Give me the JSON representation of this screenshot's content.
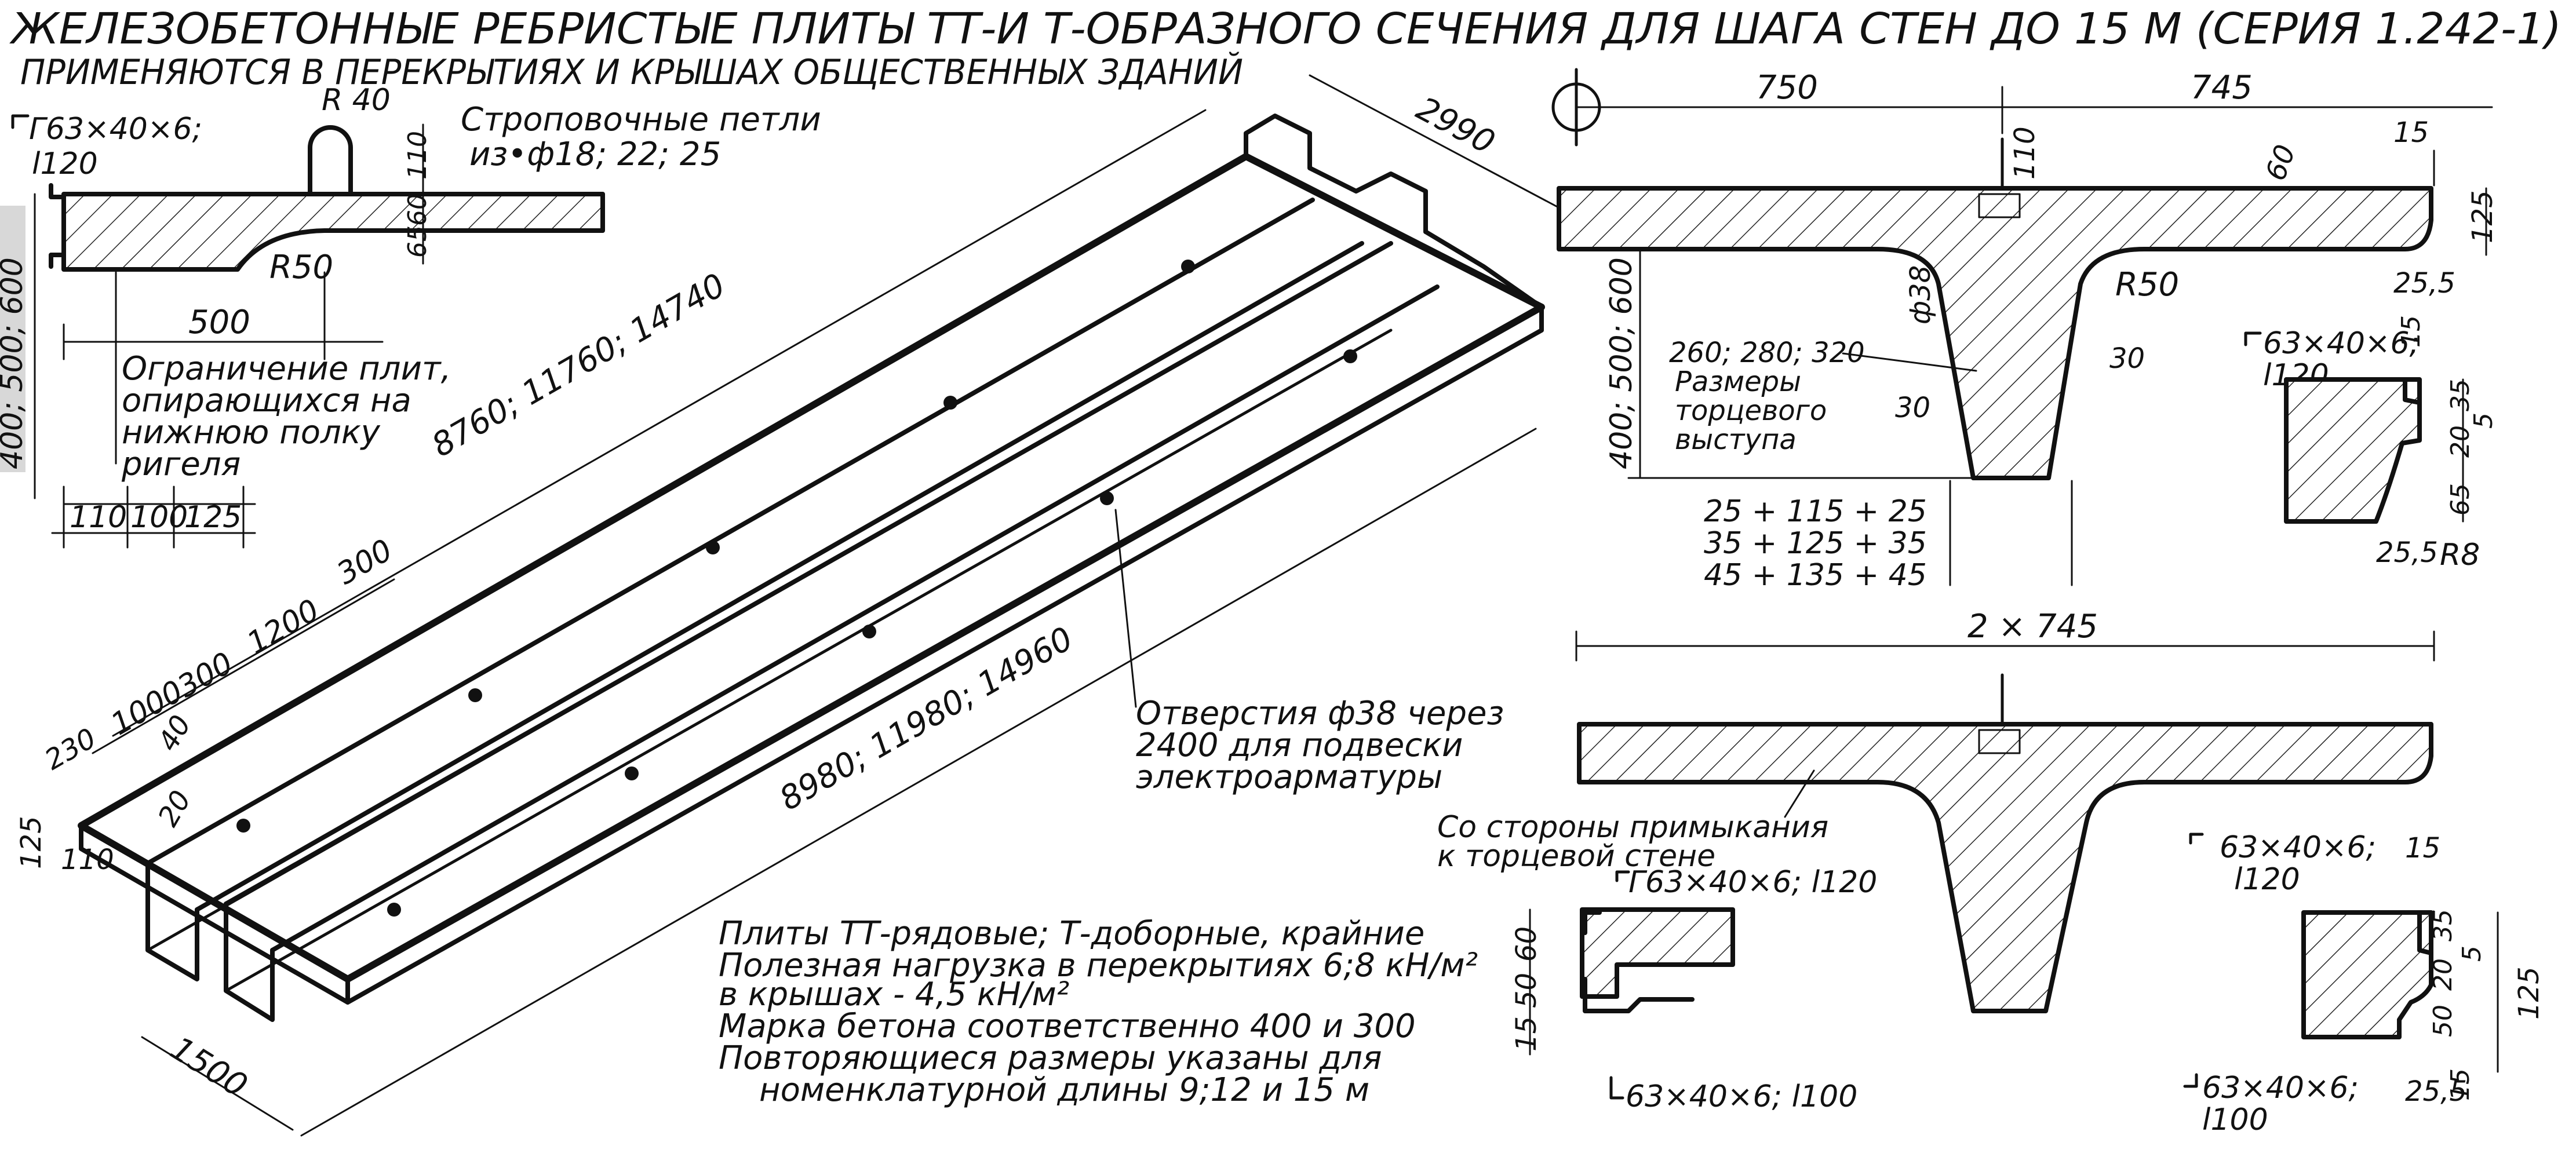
{
  "header": {
    "title": "ЖЕЛЕЗОБЕТОННЫЕ РЕБРИСТЫЕ ПЛИТЫ ТТ-И Т-ОБРАЗНОГО СЕЧЕНИЯ ДЛЯ ШАГА СТЕН ДО 15 М (СЕРИЯ 1.242-1)",
    "subtitle": "ПРИМЕНЯЮТСЯ В ПЕРЕКРЫТИЯХ И КРЫШАХ ОБЩЕСТВЕННЫХ ЗДАНИЙ"
  },
  "detail_support": {
    "angle": "Г63×40×6;",
    "angle_len": "l120",
    "loop_radius": "R 40",
    "loop_note_1": "Строповочные петли",
    "loop_note_2": "из•ф18; 22; 25",
    "dim_110": "110",
    "dim_60": "60",
    "dim_65": "65",
    "fillet": "R50",
    "dim_500": "500",
    "heights": "400; 500; 600",
    "note_1": "Ограничение плит,",
    "note_2": "опирающихся на",
    "note_3": "нижнюю полку",
    "note_4": "ригеля",
    "dims_bottom": [
      "110",
      "100",
      "125"
    ]
  },
  "isometric": {
    "width_top": "2990",
    "length_inner": "8760; 11760; 14740",
    "length_outer": "8980; 11980; 14960",
    "width_bottom": "1500",
    "spacings": [
      "1000",
      "300",
      "1200",
      "300"
    ],
    "dim_230": "230",
    "dim_40": "40",
    "dim_20": "20",
    "dim_125": "125",
    "dim_110": "110",
    "holes_1": "Отверстия ф38 через",
    "holes_2": "2400 для подвески",
    "holes_3": "электроарматуры"
  },
  "tt_section": {
    "dim_750": "750",
    "dim_745": "745",
    "dim_15": "15",
    "dim_110": "110",
    "dim_60": "60",
    "dim_125": "125",
    "hole": "ф38",
    "fillet": "R50",
    "dim_25_5": "25,5",
    "dim_30_a": "30",
    "dim_30_b": "30",
    "ends_1": "260; 280; 320",
    "ends_2": "Размеры",
    "ends_3": "торцевого",
    "ends_4": "выступа",
    "heights": "400; 500; 600",
    "rib_1": "25 + 115 + 25",
    "rib_2": "35 + 125 + 35",
    "rib_3": "45 + 135 + 45"
  },
  "edge_detail_top": {
    "angle": "63×40×6;",
    "angle_len": "l120",
    "dim_15": "15",
    "dim_35": "35",
    "dim_5": "5",
    "dim_20": "20",
    "dim_65": "65",
    "dim_25_5": "25,5",
    "radius": "R8"
  },
  "t_section": {
    "width": "2 × 745",
    "wall_1": "Со стороны примыкания",
    "wall_2": "к торцевой стене"
  },
  "left_detail": {
    "angle_top": "Г63×40×6; l120",
    "dim_60": "60",
    "dim_50": "50",
    "dim_15": "15",
    "angle_bottom": "63×40×6; l100"
  },
  "right_detail": {
    "angle_top": "63×40×6;",
    "angle_top_len": "l120",
    "dim_15": "15",
    "dim_35": "35",
    "dim_5": "5",
    "dim_20": "20",
    "dim_50": "50",
    "dim_125": "125",
    "dim_25_5": "25,5",
    "dim_15b": "15",
    "angle_bottom": "63×40×6;",
    "angle_bottom_len": "l100"
  },
  "notes": [
    "Плиты ТТ-рядовые; Т-доборные, крайние",
    "Полезная нагрузка в перекрытиях 6;8 кН/м²",
    "в крышах - 4,5 кН/м²",
    "Марка бетона соответственно 400 и 300",
    "Повторяющиеся размеры указаны для",
    "номенклатурной длины 9;12 и 15 м"
  ]
}
